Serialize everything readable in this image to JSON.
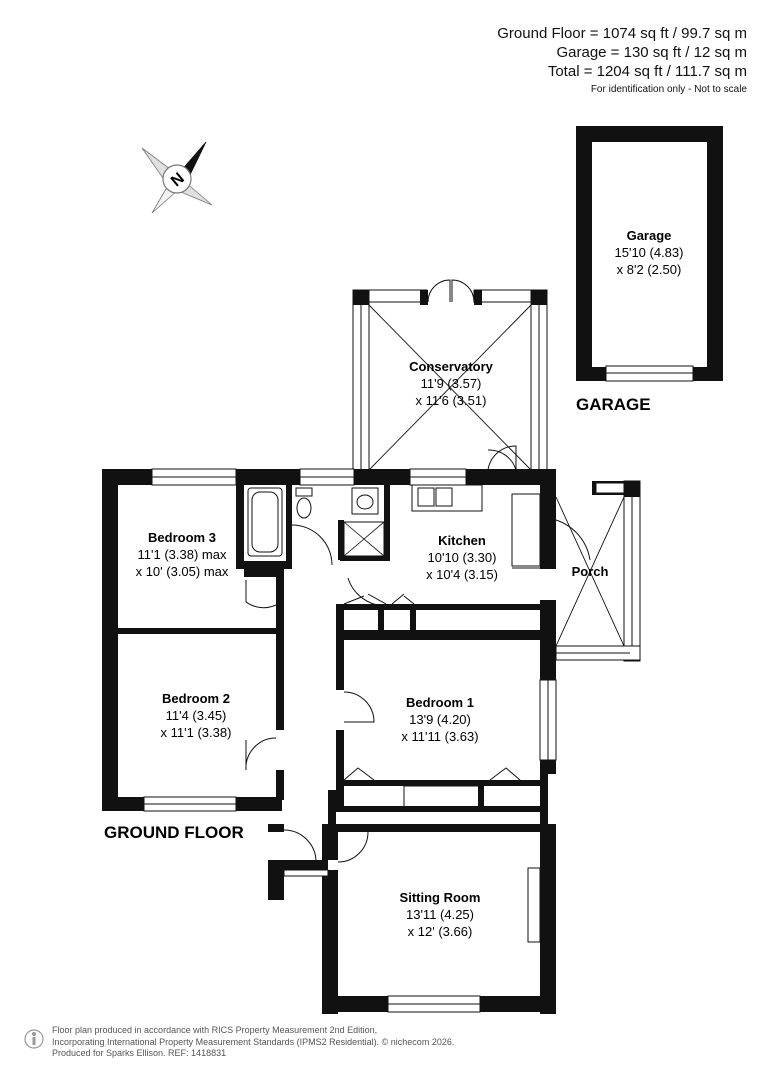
{
  "areas": {
    "ground_floor": "Ground Floor = 1074 sq ft / 99.7 sq m",
    "garage": "Garage = 130 sq ft / 12 sq m",
    "total": "Total = 1204 sq ft / 111.7 sq m",
    "note": "For identification only - Not to scale"
  },
  "compass": {
    "letter": "N",
    "icon": "compass-icon"
  },
  "rooms": {
    "garage": {
      "name": "Garage",
      "dim1": "15'10 (4.83)",
      "dim2": "x 8'2 (2.50)"
    },
    "conservatory": {
      "name": "Conservatory",
      "dim1": "11'9 (3.57)",
      "dim2": "x 11'6 (3.51)"
    },
    "bedroom3": {
      "name": "Bedroom 3",
      "dim1": "11'1 (3.38) max",
      "dim2": "x 10' (3.05) max"
    },
    "kitchen": {
      "name": "Kitchen",
      "dim1": "10'10 (3.30)",
      "dim2": "x 10'4 (3.15)"
    },
    "porch": {
      "name": "Porch"
    },
    "bedroom2": {
      "name": "Bedroom 2",
      "dim1": "11'4 (3.45)",
      "dim2": "x 11'1 (3.38)"
    },
    "bedroom1": {
      "name": "Bedroom 1",
      "dim1": "13'9 (4.20)",
      "dim2": "x 11'11 (3.63)"
    },
    "sitting_room": {
      "name": "Sitting Room",
      "dim1": "13'11 (4.25)",
      "dim2": "x 12' (3.66)"
    }
  },
  "labels": {
    "garage_section": "GARAGE",
    "ground_floor": "GROUND FLOOR"
  },
  "footer": {
    "line1": "Floor plan produced in accordance with RICS Property Measurement 2nd Edition,",
    "line2": "Incorporating International Property Measurement Standards (IPMS2 Residential).  © nichecom 2026.",
    "line3": "Produced for Sparks Ellison.   REF: 1418831"
  }
}
